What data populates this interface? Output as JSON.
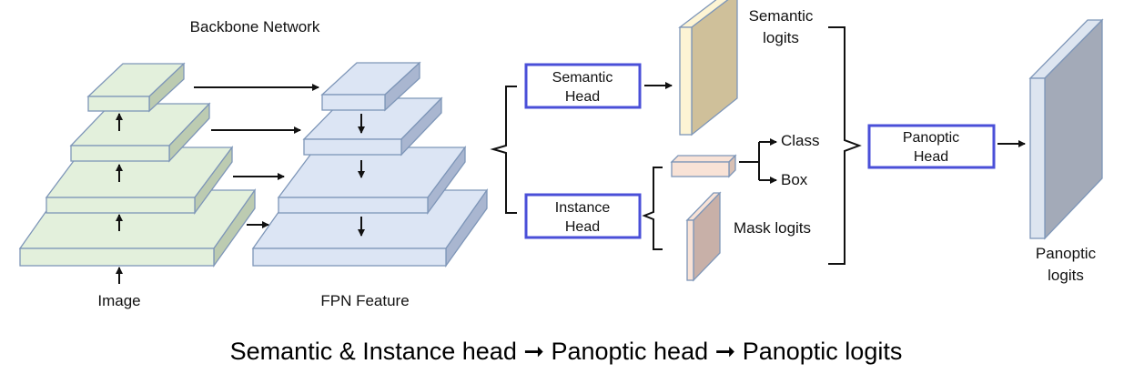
{
  "labels": {
    "backbone_title": "Backbone Network",
    "image": "Image",
    "fpn_feature": "FPN Feature",
    "semantic_logits_1": "Semantic",
    "semantic_logits_2": "logits",
    "class": "Class",
    "box": "Box",
    "mask_logits": "Mask logits",
    "panoptic_logits_1": "Panoptic",
    "panoptic_logits_2": "logits"
  },
  "heads": {
    "semantic_1": "Semantic",
    "semantic_2": "Head",
    "instance_1": "Instance",
    "instance_2": "Head",
    "panoptic_1": "Panoptic",
    "panoptic_2": "Head"
  },
  "caption": "Semantic & Instance head ➞ Panoptic head ➞ Panoptic logits",
  "colors": {
    "backbone_fill": "#e3f0dc",
    "backbone_side": "#bccbb1",
    "fpn_fill": "#dce5f4",
    "fpn_side": "#a9b6d0",
    "stroke": "#7e96b8",
    "head_border": "#4a4fd8",
    "semantic_logits_front": "#fdf4d4",
    "semantic_logits_side": "#cfc09a",
    "instance_feat": "#f8e2d6",
    "mask_logits_side": "#c8b0a8",
    "panoptic_logits_front": "#dde5f0",
    "panoptic_logits_side": "#a3aab8"
  }
}
